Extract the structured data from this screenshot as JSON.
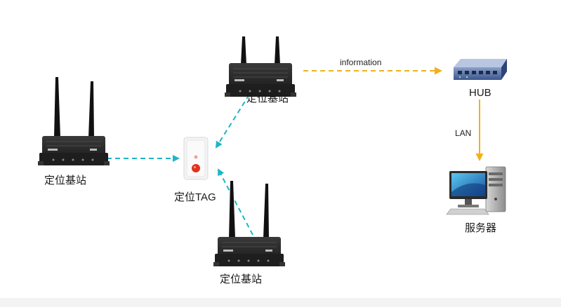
{
  "labels": {
    "station_top": "定位基站",
    "station_left": "定位基站",
    "station_bottom": "定位基站",
    "tag": "定位TAG",
    "hub": "HUB",
    "server": "服务器",
    "link_info": "information",
    "link_lan": "LAN"
  },
  "colors": {
    "radio_link": "#1fb5c4",
    "data_link": "#f0b21a",
    "device_body": "#2a2a2a",
    "tag_button": "#e0321f"
  },
  "icons": {
    "station": "router-antenna-icon",
    "tag": "locator-tag-icon",
    "hub": "network-hub-icon",
    "server": "desktop-computer-icon"
  }
}
